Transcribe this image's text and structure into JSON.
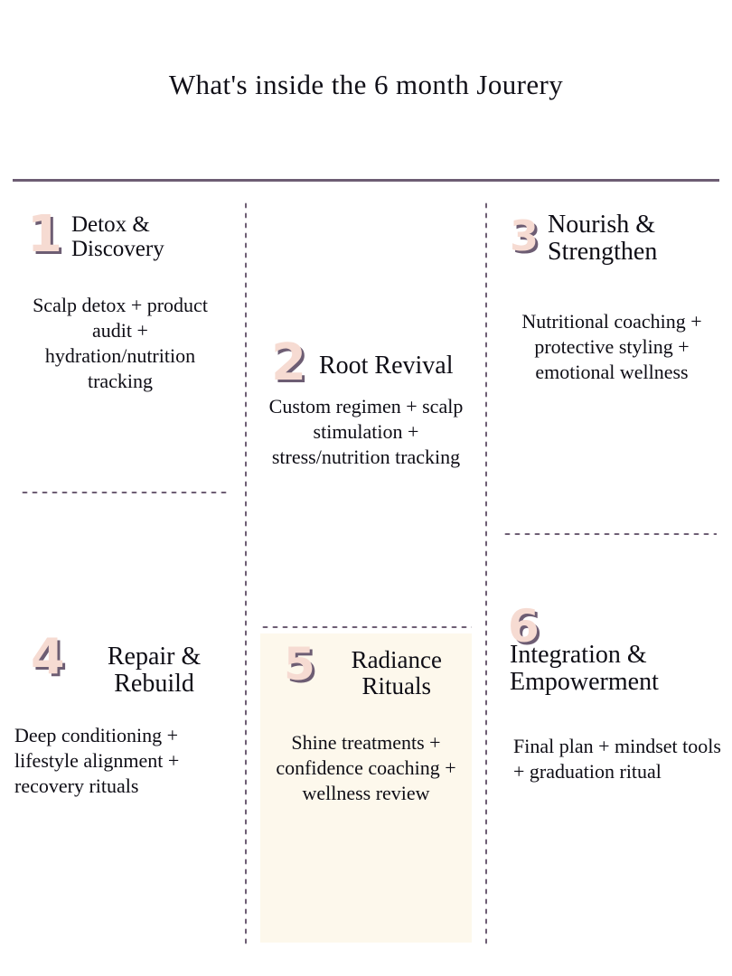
{
  "header": {
    "title": "What's inside the 6 month Jourery"
  },
  "theme": {
    "background": "#ffffff",
    "rule_color": "#6d5d73",
    "dot_color": "#6d5d73",
    "number_fill": "#f6dbd2",
    "number_shadow": "#6d5d73",
    "text_color": "#0e0d15",
    "highlight_panel": "#fdf8ec"
  },
  "cards": [
    {
      "number": "1",
      "title": "Detox & Discovery",
      "body": "Scalp detox + product audit + hydration/nutrition tracking",
      "highlighted": false
    },
    {
      "number": "2",
      "title": "Root Revival",
      "body": "Custom regimen + scalp stimulation + stress/nutrition tracking",
      "highlighted": false
    },
    {
      "number": "3",
      "title": "Nourish & Strengthen",
      "body": "Nutritional coaching + protective styling + emotional wellness",
      "highlighted": false
    },
    {
      "number": "4",
      "title": "Repair & Rebuild",
      "body": "Deep conditioning + lifestyle alignment + recovery rituals",
      "highlighted": false
    },
    {
      "number": "5",
      "title": "Radiance Rituals",
      "body": "Shine treatments + confidence coaching + wellness review",
      "highlighted": true
    },
    {
      "number": "6",
      "title": "Integration & Empowerment",
      "body": "Final plan + mindset tools + graduation ritual",
      "highlighted": false
    }
  ]
}
